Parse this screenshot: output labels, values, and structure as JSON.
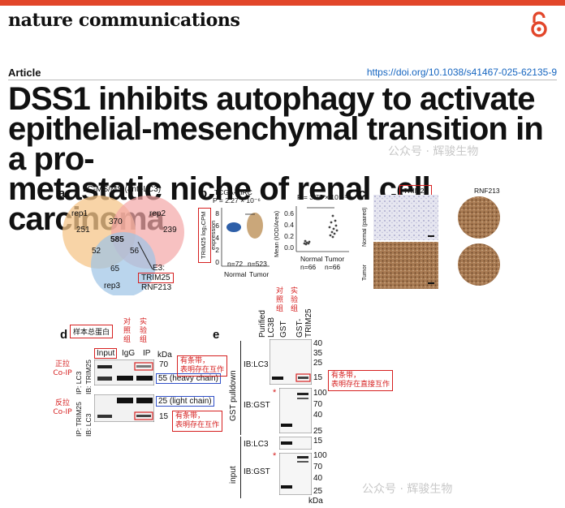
{
  "header": {
    "journal": "nature communications",
    "article_type": "Article",
    "doi": "https://doi.org/10.1038/s41467-025-62135-9",
    "title_lines": [
      "DSS1 inhibits autophagy to activate",
      "epithelial-mesenchymal transition in a pro-",
      "metastatic niche of renal cell carcinoma"
    ],
    "oa_icon": "open-access-icon",
    "accent_color": "#e2462a"
  },
  "watermark": {
    "top": "公众号 · 辉骏生物",
    "bottom": "公众号 · 辉骏生物"
  },
  "panel_a": {
    "letter": "a",
    "title": "LC-MS/MS (anti-LC3)",
    "sets": [
      "rep1",
      "rep2",
      "rep3"
    ],
    "counts": {
      "only1": "251",
      "only2": "239",
      "only3": "65",
      "r12": "370",
      "r13": "52",
      "r23": "56",
      "all": "585"
    },
    "colors": {
      "rep1": "#f6c68a",
      "rep2": "#f3a7a7",
      "rep3": "#9cc3e6"
    },
    "callout": "E3:",
    "genes": [
      "TRIM25",
      "RNF213"
    ]
  },
  "panel_b": {
    "letter": "b",
    "ylabel": "TRIM25 log₂CPM expression",
    "left": {
      "title": "TCGA-KIRC",
      "pvalue": "P = 2.27 × 10⁻⁶",
      "yticks": [
        "8",
        "6",
        "4",
        "2",
        "0"
      ],
      "groups": [
        "Normal",
        "Tumor"
      ],
      "n": [
        "n=72",
        "n=523"
      ]
    },
    "right": {
      "ylabel": "Mean (IOD/Area)",
      "pvalue": "P = 3.75 × 10⁻¹⁵",
      "yticks": [
        "0.6",
        "0.4",
        "0.2",
        "0.0"
      ],
      "groups": [
        "Normal",
        "Tumor"
      ],
      "n": [
        "n=66",
        "n=66"
      ]
    }
  },
  "panel_c": {
    "letter": "c",
    "cols": [
      "TRIM25",
      "RNF213"
    ],
    "rows": [
      "Normal (paired)",
      "Tumor"
    ]
  },
  "panel_d": {
    "letter": "d",
    "input_note": "样本总蛋白",
    "control": "对照组",
    "experiment": "实验组",
    "lanes": [
      "Input",
      "IgG",
      "IP"
    ],
    "unit": "kDa",
    "top": {
      "side_cn": "正拉\nCo-IP",
      "ip": "IP: LC3",
      "ib": "IB: TRIM25",
      "markers": [
        "70",
        "55 (heavy chain)"
      ],
      "note": "有条带，\n表明存在互作"
    },
    "bottom": {
      "side_cn": "反拉\nCo-IP",
      "ip": "IP: TRIM25",
      "ib": "IB: LC3",
      "markers": [
        "25 (light chain)",
        "15"
      ],
      "note": "有条带，\n表明存在互作"
    }
  },
  "panel_e": {
    "letter": "e",
    "lanes": [
      "Purified LC3B",
      "GST",
      "GST-TRIM25"
    ],
    "control": "对照组",
    "experiment": "实验组",
    "pulldown_label": "GST pulldown",
    "input_label": "input",
    "blots": [
      {
        "ib": "IB:LC3",
        "markers": [
          "40",
          "35",
          "25",
          "15"
        ]
      },
      {
        "ib": "IB:GST",
        "markers": [
          "100",
          "70",
          "40",
          "25"
        ]
      },
      {
        "ib": "IB:LC3",
        "markers": [
          "15"
        ]
      },
      {
        "ib": "IB:GST",
        "markers": [
          "100",
          "70",
          "40",
          "25"
        ]
      }
    ],
    "unit": "kDa",
    "note": "有条带，\n表明存在直接互作",
    "asterisk": "*"
  }
}
